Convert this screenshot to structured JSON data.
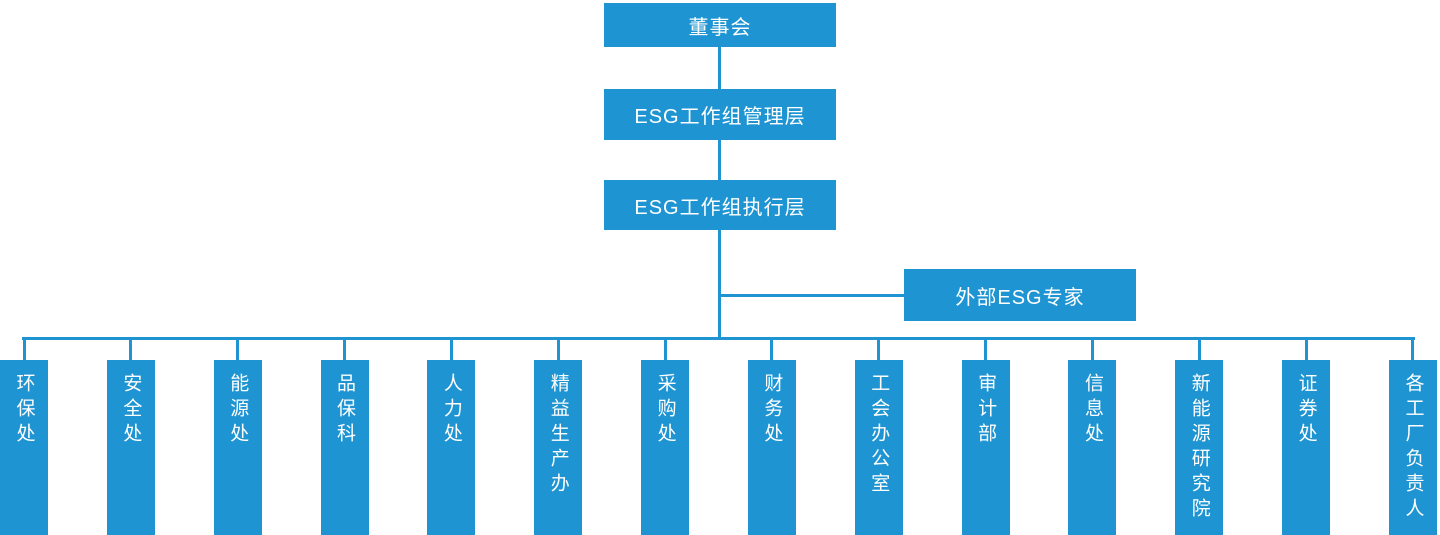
{
  "chart": {
    "root": "董事会",
    "management": "ESG工作组管理层",
    "execution": "ESG工作组执行层",
    "external": "外部ESG专家",
    "departments": [
      "环保处",
      "安全处",
      "能源处",
      "品保科",
      "人力处",
      "精益生产办",
      "采购处",
      "财务处",
      "工会办公室",
      "审计部",
      "信息处",
      "新能源研究院",
      "证券处",
      "各工厂负责人"
    ]
  },
  "colors": {
    "box_blue": "#1e94d2",
    "text_white": "#ffffff",
    "background": "#ffffff"
  }
}
